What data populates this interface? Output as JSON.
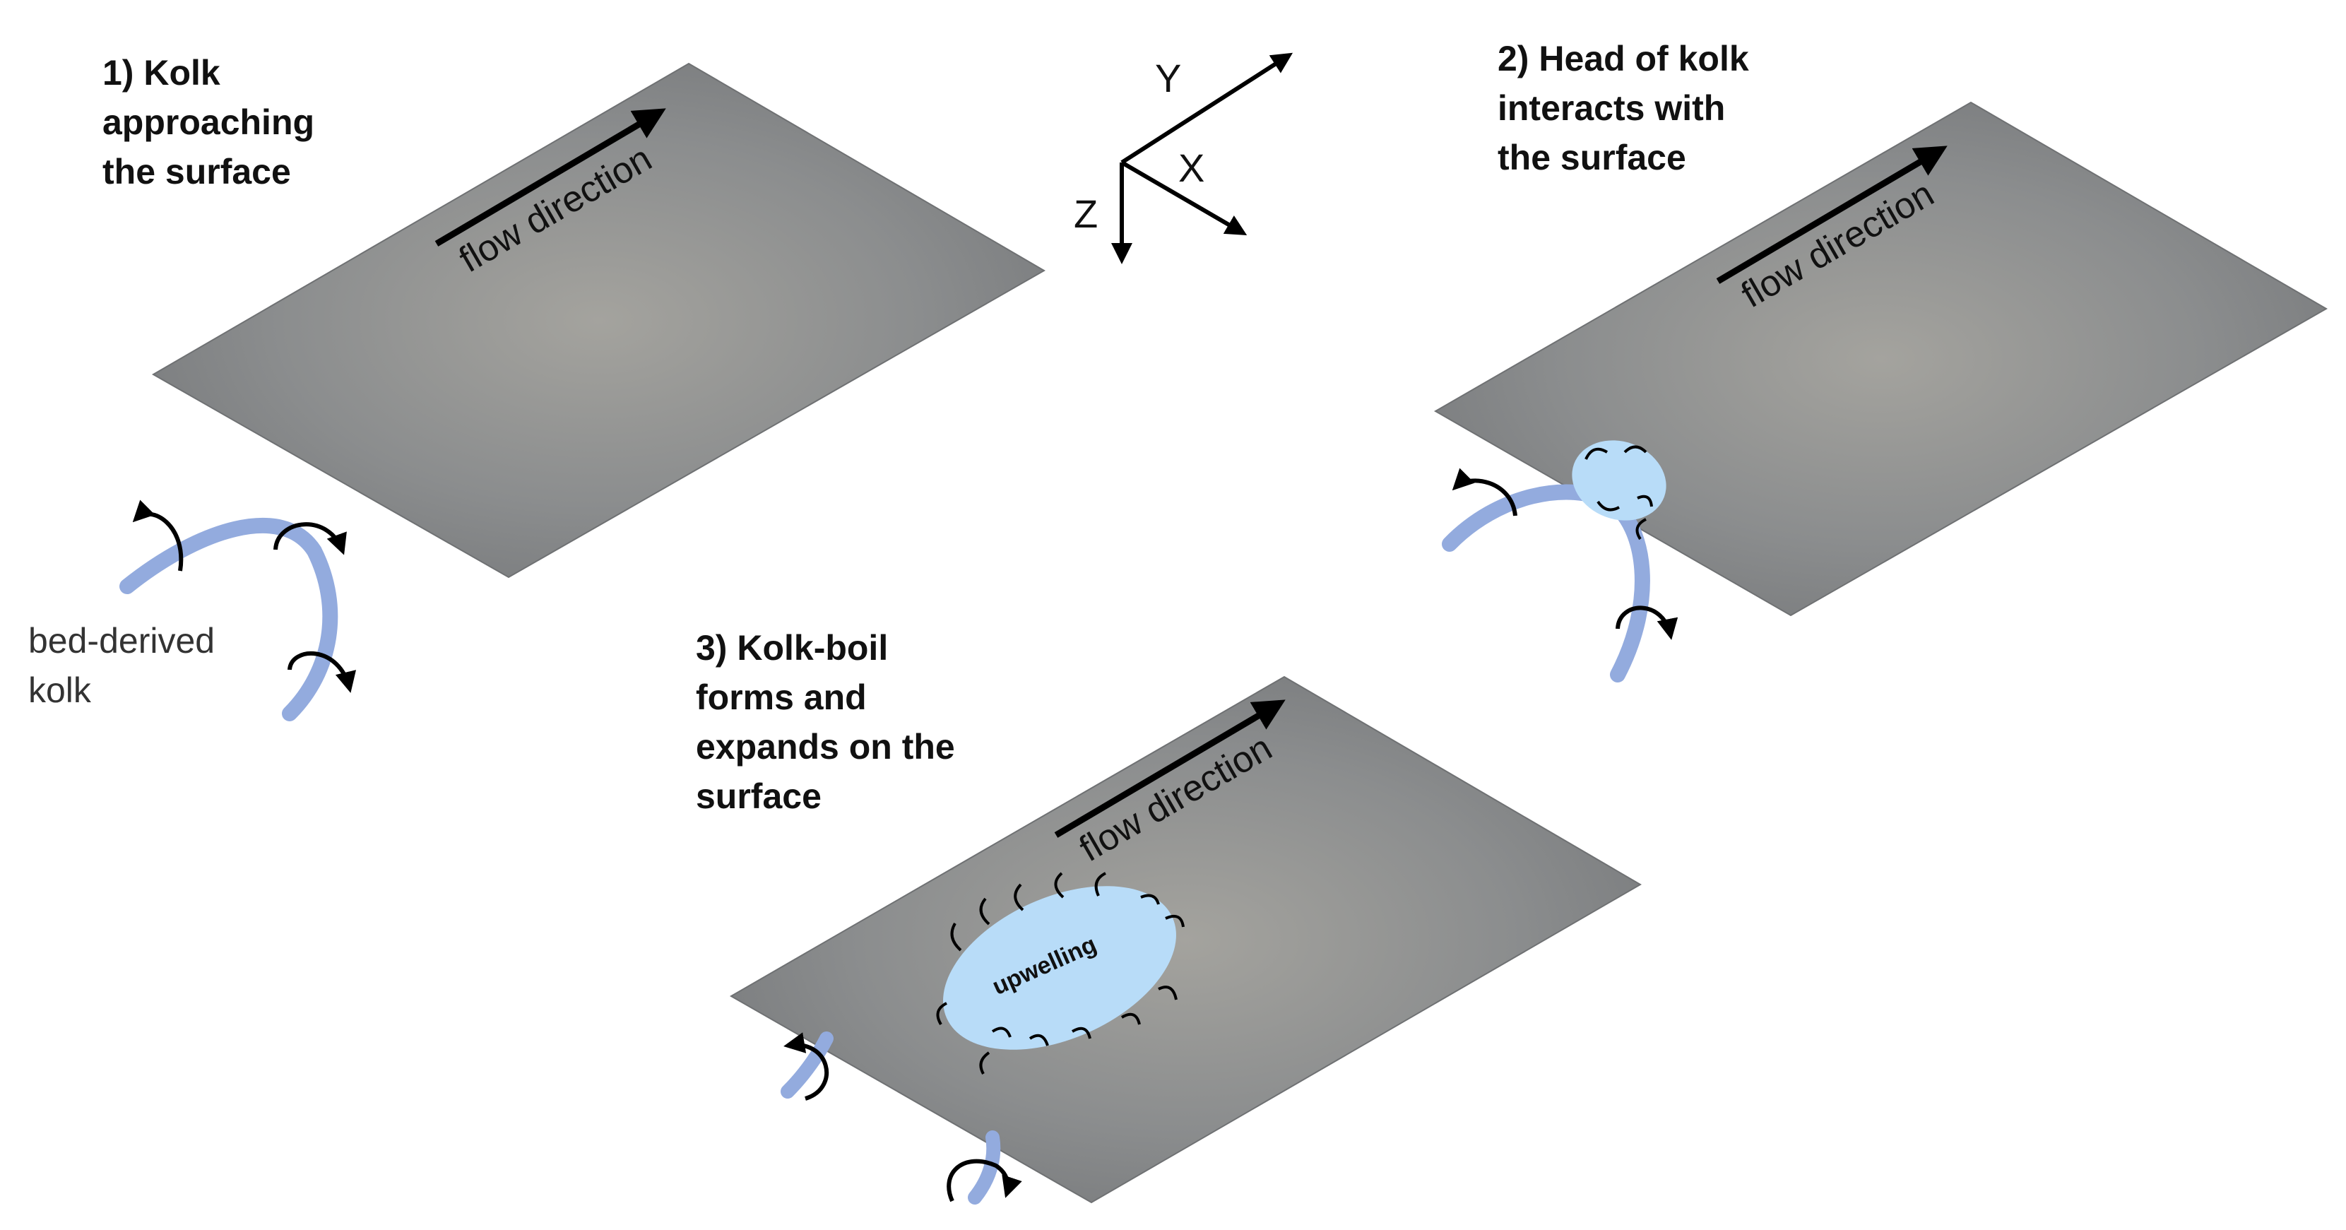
{
  "axes": {
    "y": "Y",
    "x": "X",
    "z": "Z"
  },
  "panel1": {
    "title_lines": [
      "1) Kolk",
      "approaching",
      "the surface"
    ],
    "flow_label": "flow direction",
    "kolk_label_lines": [
      "bed-derived",
      "kolk"
    ]
  },
  "panel2": {
    "title_lines": [
      "2) Head of kolk",
      "interacts with",
      "the surface"
    ],
    "flow_label": "flow direction"
  },
  "panel3": {
    "title_lines": [
      "3) Kolk-boil",
      "forms and",
      "expands on the",
      "surface"
    ],
    "flow_label": "flow direction",
    "upwelling_label": "upwelling"
  },
  "colors": {
    "surface": "#85878a",
    "kolk_tube": "#93abde",
    "boil": "#b8dcf8",
    "arrow": "#000000"
  },
  "icons": [
    "flow-direction-arrow",
    "rotation-arrow-icon",
    "axis-arrow-icon"
  ]
}
